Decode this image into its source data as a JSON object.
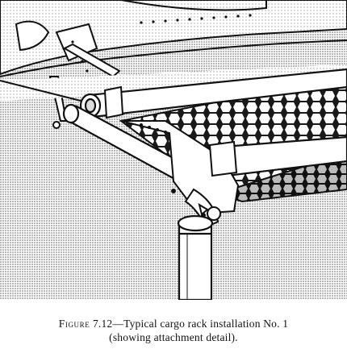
{
  "figure": {
    "number": "7.12",
    "label": "Figure",
    "caption_line1": "—Typical cargo rack installation No. 1",
    "caption_line2": "(showing attachment detail)."
  }
}
